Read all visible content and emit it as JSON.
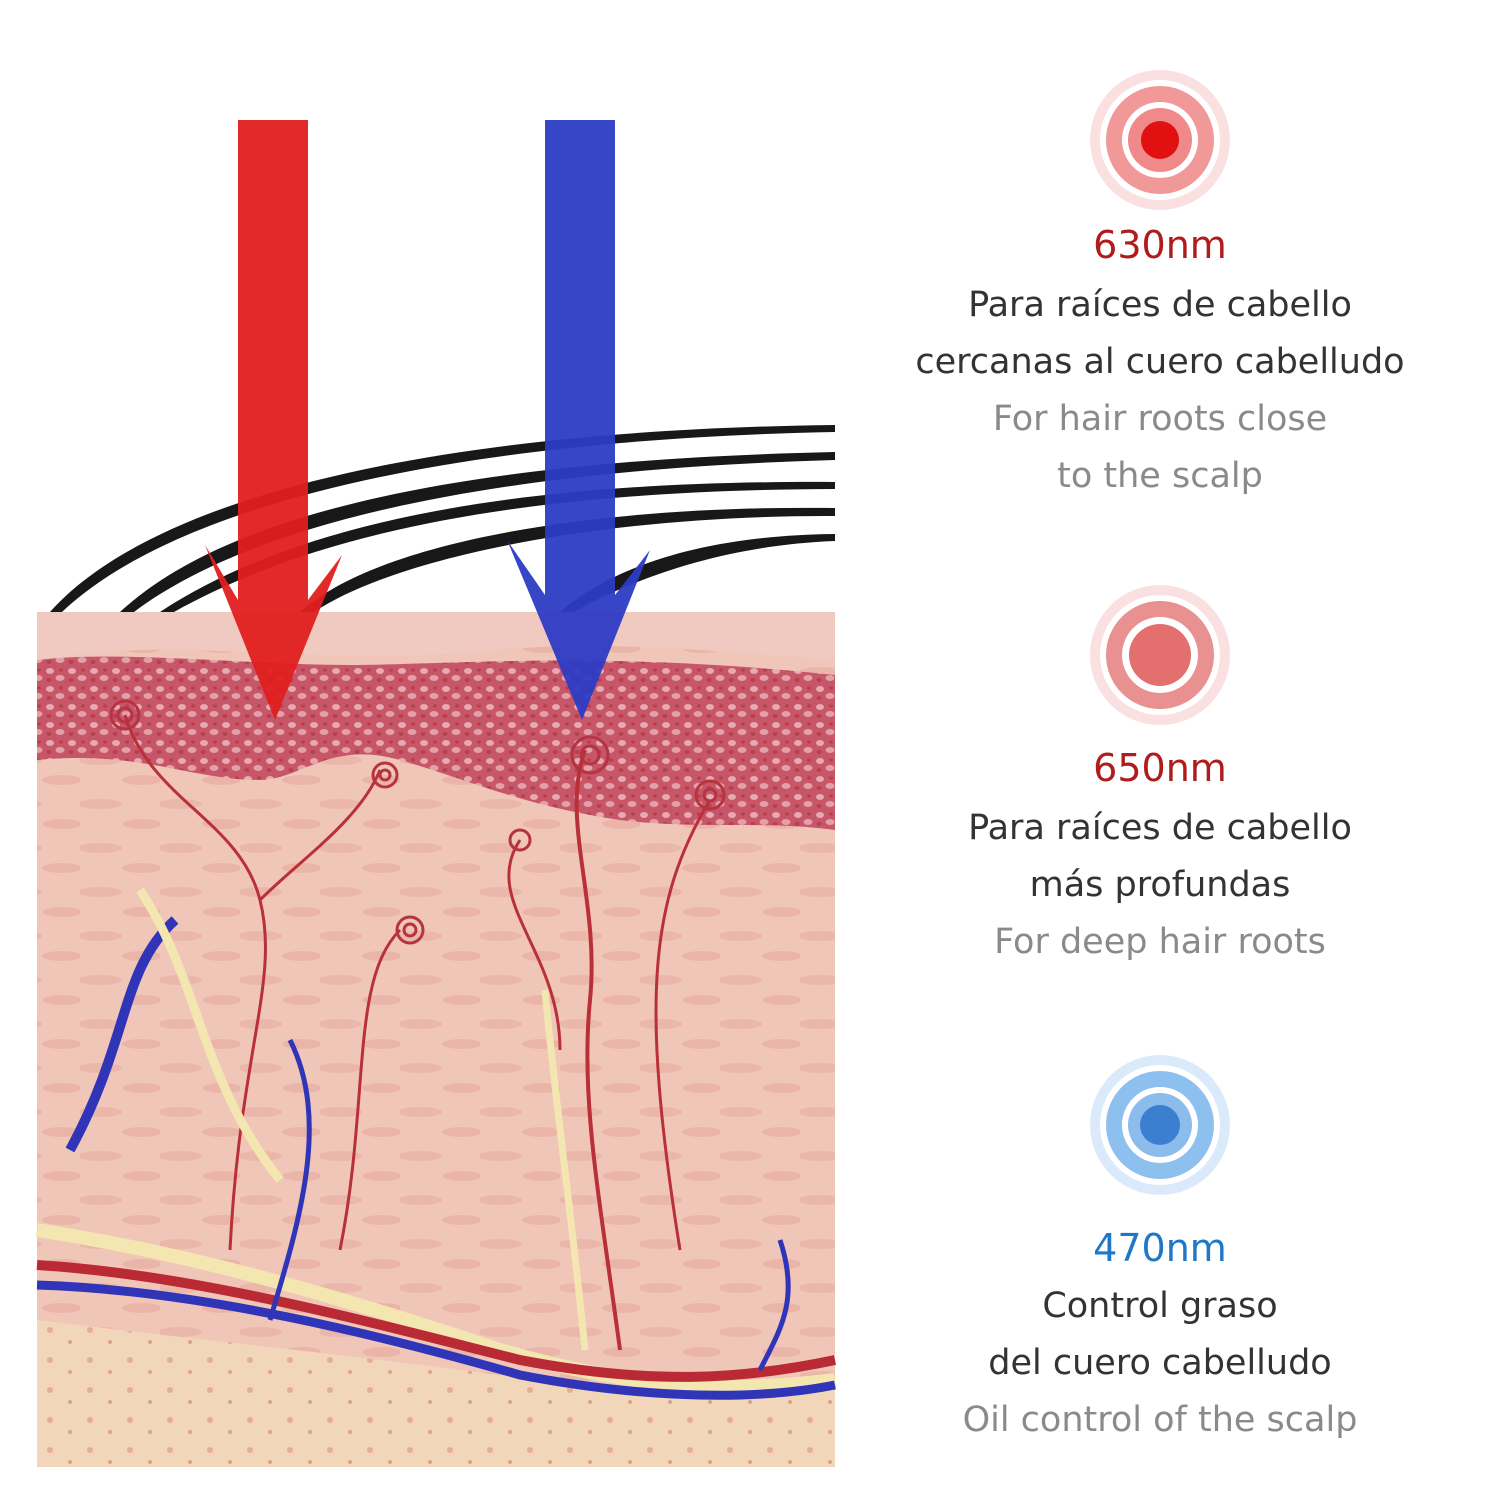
{
  "colors": {
    "red_light": "#d91e1e",
    "blue_light": "#2c3fbd",
    "wavelength_red": "#b01c1c",
    "wavelength_blue": "#1e78c8",
    "spanish_text": "#333333",
    "english_text": "#8a8a8a",
    "skin": "#f3cfc3",
    "epidermis": "#c24a5a"
  },
  "illustration": {
    "arrows": [
      "red-light-arrow",
      "blue-light-arrow"
    ],
    "subject": "scalp skin cross-section"
  },
  "lights": [
    {
      "icon": "red-light-emitter-icon",
      "wavelength": "630nm",
      "spanish": [
        "Para raíces de cabello",
        "cercanas al cuero cabelludo"
      ],
      "english": [
        "For hair roots close",
        "to the scalp"
      ]
    },
    {
      "icon": "red-light-emitter-icon",
      "wavelength": "650nm",
      "spanish": [
        "Para raíces de cabello",
        "más profundas"
      ],
      "english": [
        "For deep hair roots"
      ]
    },
    {
      "icon": "blue-light-emitter-icon",
      "wavelength": "470nm",
      "spanish": [
        "Control graso",
        "del cuero cabelludo"
      ],
      "english": [
        "Oil control of the scalp"
      ]
    }
  ]
}
